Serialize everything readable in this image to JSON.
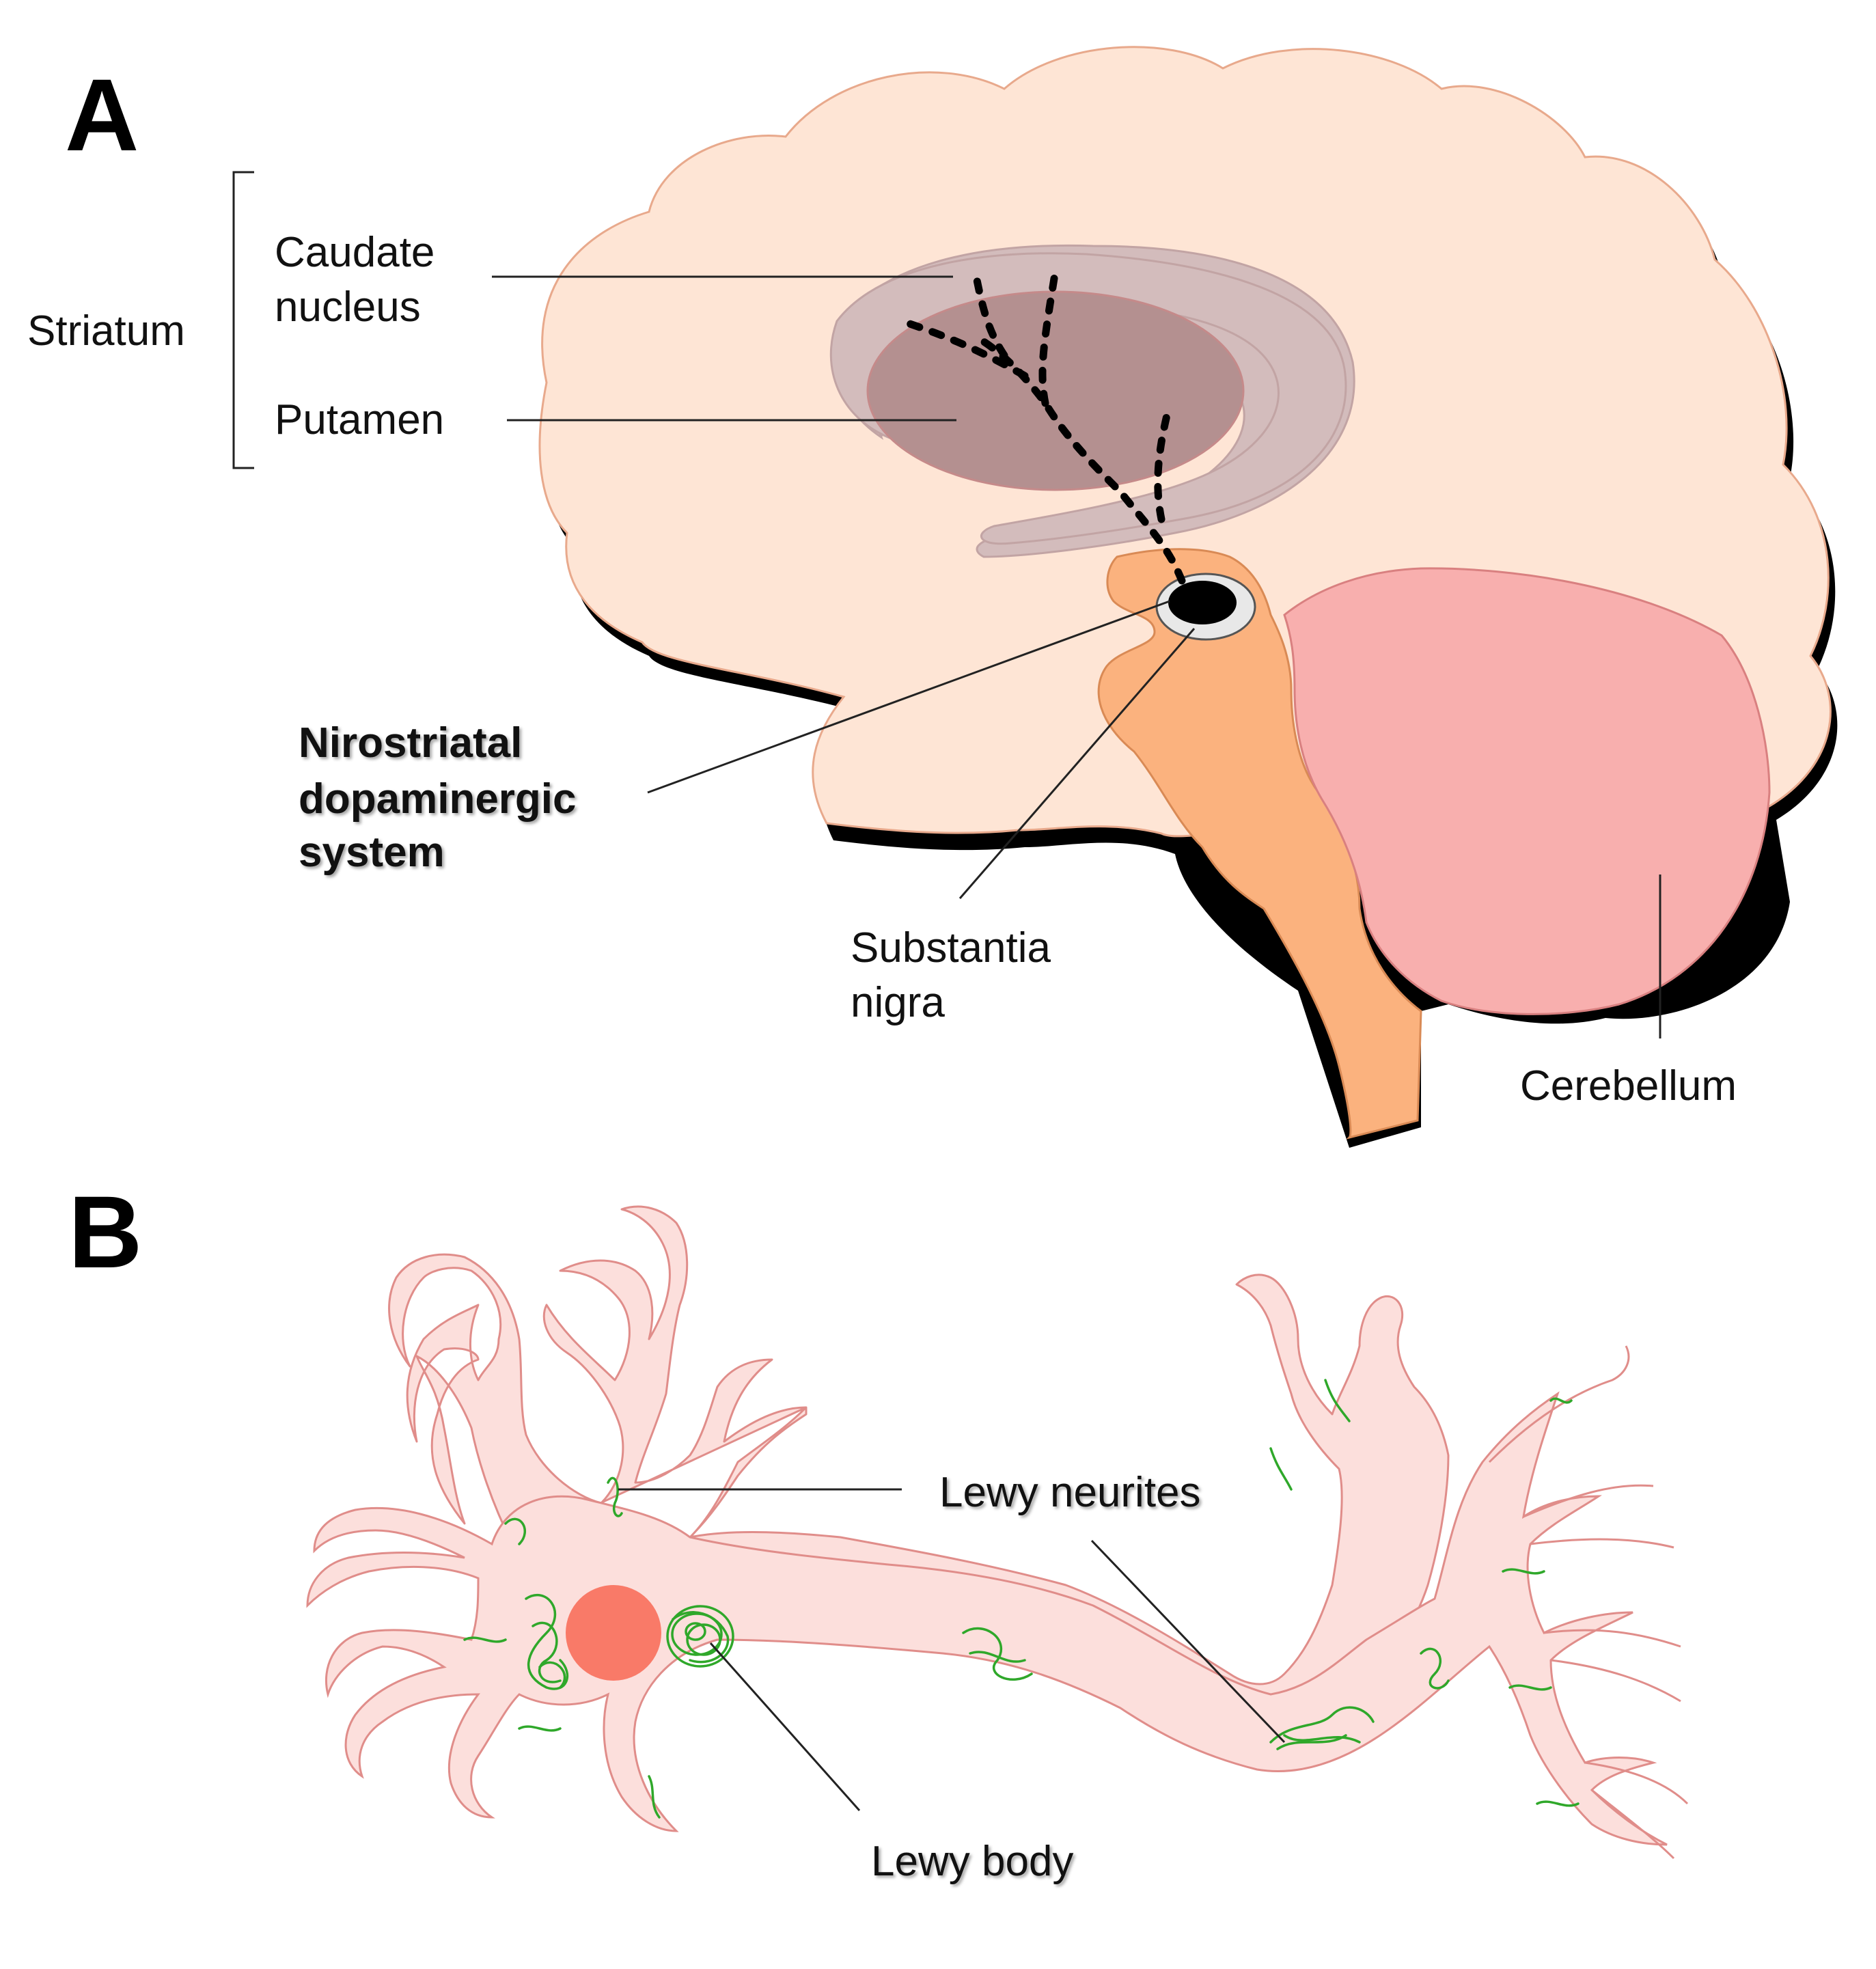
{
  "panel_a": {
    "letter": "A",
    "labels": {
      "striatum": "Striatum",
      "caudate_line1": "Caudate",
      "caudate_line2": "nucleus",
      "putamen": "Putamen",
      "system_line1": "Nirostriatal",
      "system_line2": "dopaminergic",
      "system_line3": "system",
      "substantia_line1": "Substantia",
      "substantia_line2": "nigra",
      "cerebellum": "Cerebellum"
    }
  },
  "panel_b": {
    "letter": "B",
    "labels": {
      "lewy_neurites": "Lewy neurites",
      "lewy_body": "Lewy body"
    }
  },
  "colors": {
    "cortex": "#fee5d5",
    "caudate": "#d3bcbc",
    "putamen": "#b49090",
    "brainstem": "#fbb27e",
    "cerebellum": "#f8afae",
    "neuron": "#fcdfdc",
    "nucleus": "#f97a68",
    "aggregate": "#2fa82a"
  }
}
